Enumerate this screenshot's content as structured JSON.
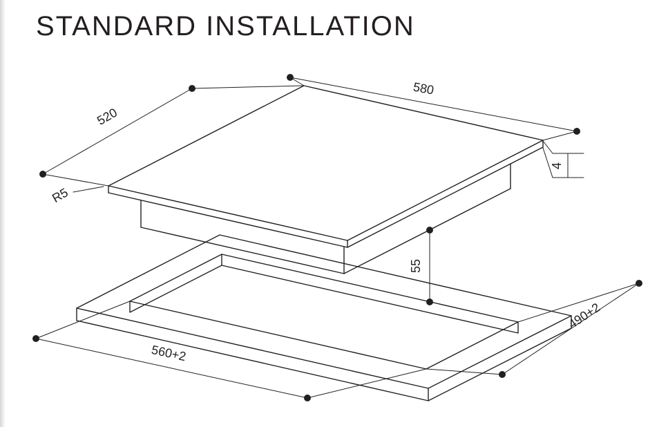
{
  "title": "STANDARD INSTALLATION",
  "diagram": {
    "description": "Exploded isometric technical drawing of a hob (cooktop) above a worktop cutout",
    "colors": {
      "line": "#231f20",
      "background": "#ffffff"
    },
    "dimensions": {
      "cooktop_width": "580",
      "cooktop_depth": "520",
      "corner_radius": "R5",
      "glass_thickness": "4",
      "installation_height": "55",
      "cutout_width": "560+2",
      "cutout_depth": "490+2"
    }
  }
}
